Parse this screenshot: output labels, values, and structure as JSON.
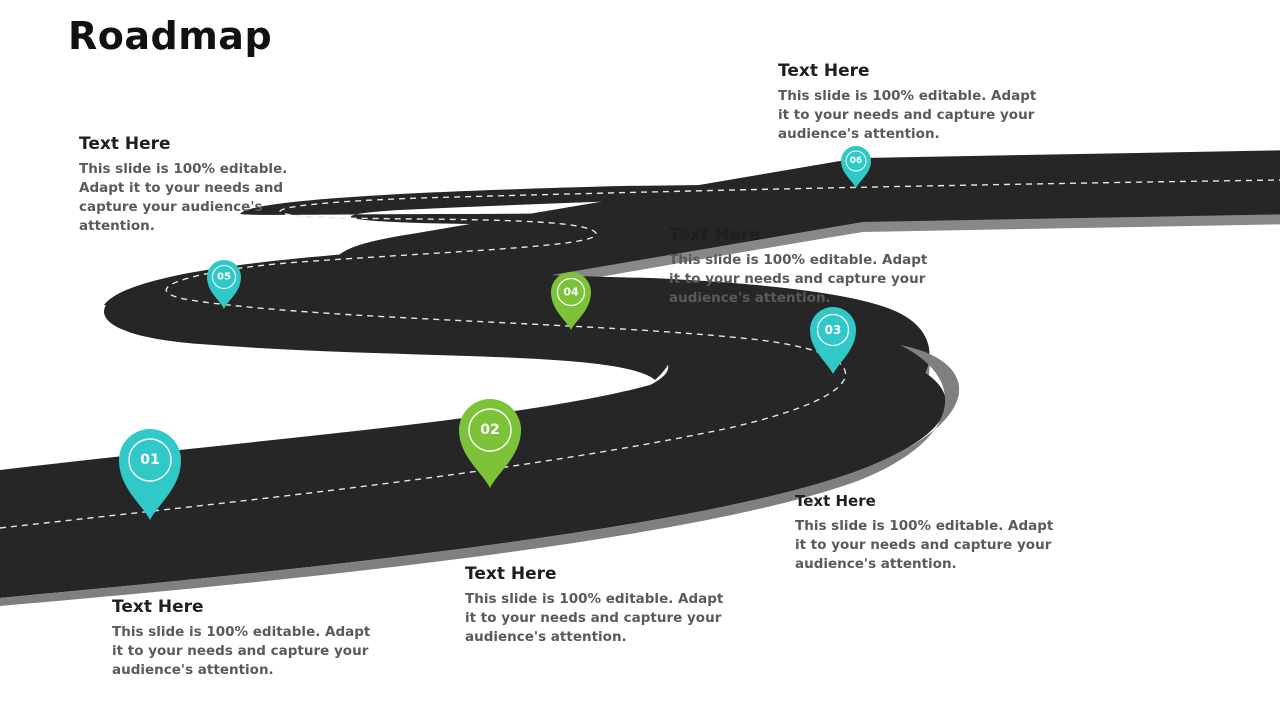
{
  "title": "Roadmap",
  "colors": {
    "road": "#262626",
    "road_shadow": "#888888",
    "road_dash": "#e6e6e6",
    "pin_teal": "#31c8c8",
    "pin_green": "#7dc33a"
  },
  "milestones": [
    {
      "id": "01",
      "color": "teal",
      "heading": "Text Here",
      "body": "This slide is 100% editable. Adapt it to your needs and capture your audience's attention."
    },
    {
      "id": "02",
      "color": "green",
      "heading": "Text Here",
      "body": "This slide is 100% editable. Adapt it to your needs and capture your audience's attention."
    },
    {
      "id": "03",
      "color": "teal",
      "heading": "Text Here",
      "body": "This slide is 100% editable. Adapt it to your needs and capture your audience's attention."
    },
    {
      "id": "04",
      "color": "green",
      "heading": "Text Here",
      "body": "This slide is 100% editable. Adapt it to your needs and capture your audience's attention."
    },
    {
      "id": "05",
      "color": "teal",
      "heading": "Text Here",
      "body": "This slide is 100% editable. Adapt it to your needs and capture your audience's attention."
    },
    {
      "id": "06",
      "color": "teal",
      "heading": "Text Here",
      "body": "This slide is 100% editable. Adapt it to your needs and capture your audience's attention."
    }
  ]
}
